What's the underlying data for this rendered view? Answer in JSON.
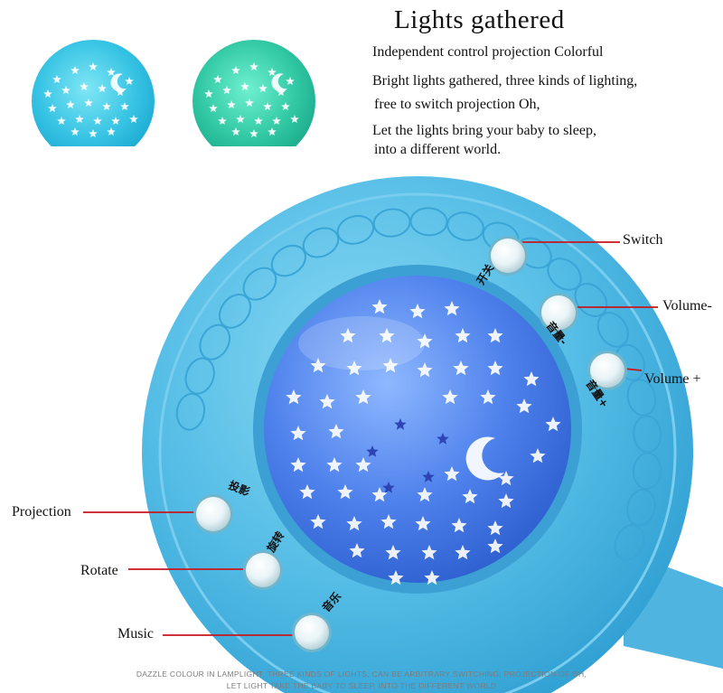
{
  "heading": "Lights gathered",
  "description": [
    "Independent control projection Colorful",
    "Bright lights gathered, three kinds of lighting,",
    "free to switch projection Oh,",
    "Let the lights bring your baby to sleep,",
    "into a different world."
  ],
  "callouts": {
    "switch": "Switch",
    "volume_minus": "Volume-",
    "volume_plus": "Volume +",
    "projection": "Projection",
    "rotate": "Rotate",
    "music": "Music"
  },
  "button_labels": {
    "switch": "开关",
    "volume_minus": "音量-",
    "volume_plus": "音量+",
    "projection": "投影",
    "rotate": "旋转",
    "music": "音乐"
  },
  "footer": [
    "DAZZLE COLOUR IN LAMPLIGHT, THREE KINDS OF LIGHTS, CAN BE ARBITRARY SWITCHING, PROJECTION OF OH,",
    "LET LIGHT TAKE THE BABY TO SLEEP, INTO THE DIFFERENT WORLD"
  ],
  "colors": {
    "device_blue": "#5ec3e8",
    "lamp_dome": "#4b7fe6",
    "preview_cyan": "#35c3e3",
    "preview_green": "#31c79d",
    "callout_line": "#c8161e"
  },
  "icons": [
    "star-icon",
    "moon-icon",
    "button-icon"
  ]
}
